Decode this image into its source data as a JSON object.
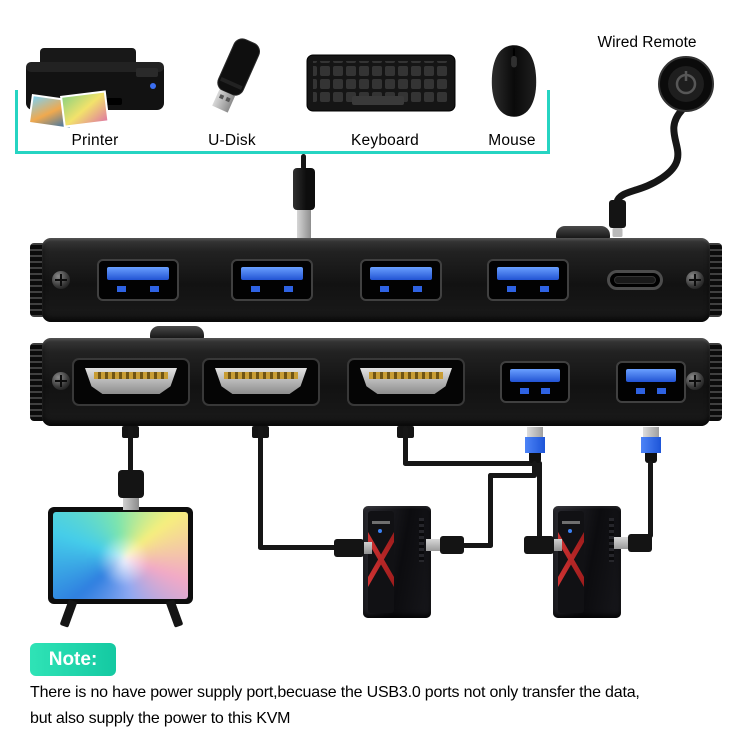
{
  "colors": {
    "accent_teal": "#26d4c2",
    "usb_blue": "#2e62e2",
    "pc_red": "#c9252d",
    "note_badge_gradient": [
      "#2fe3b6",
      "#14c9a2"
    ],
    "background": "#ffffff"
  },
  "peripherals": {
    "items": [
      {
        "label": "Printer",
        "icon": "printer-icon"
      },
      {
        "label": "U-Disk",
        "icon": "usb-flash-drive-icon"
      },
      {
        "label": "Keyboard",
        "icon": "keyboard-icon"
      },
      {
        "label": "Mouse",
        "icon": "mouse-icon"
      }
    ]
  },
  "remote": {
    "label": "Wired Remote"
  },
  "kvm": {
    "top_panel": {
      "ports": [
        "USB 3.0",
        "USB 3.0",
        "USB 3.0",
        "USB 3.0",
        "USB-C"
      ]
    },
    "bottom_panel": {
      "ports": [
        "HDMI",
        "HDMI",
        "HDMI",
        "USB 3.0",
        "USB 3.0"
      ]
    }
  },
  "note": {
    "title": "Note:",
    "lines": [
      "There is no have power supply port,becuase the USB3.0 ports not only transfer the data,",
      "but also supply the power to this KVM"
    ]
  }
}
